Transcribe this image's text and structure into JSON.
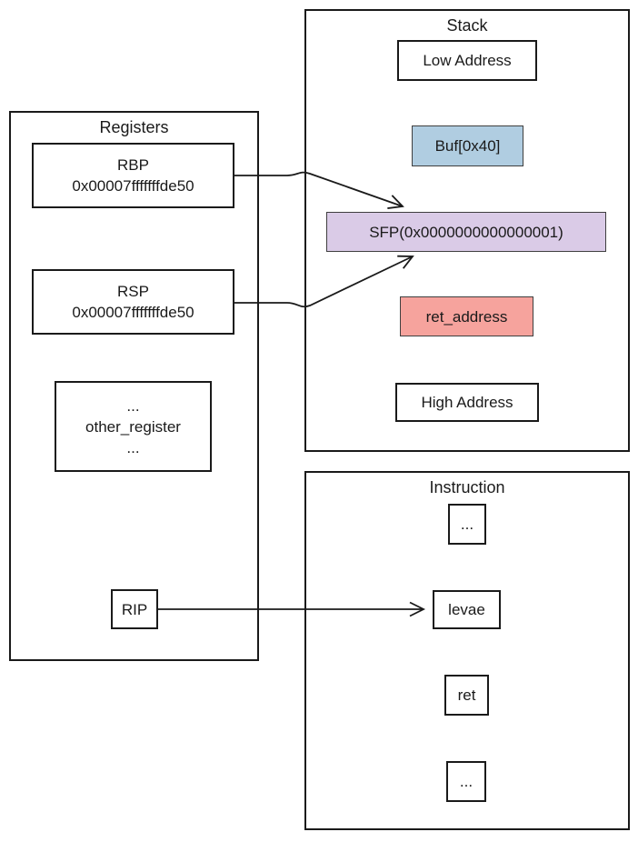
{
  "registers": {
    "title": "Registers",
    "rbp": {
      "name": "RBP",
      "value": "0x00007fffffffde50"
    },
    "rsp": {
      "name": "RSP",
      "value": "0x00007fffffffde50"
    },
    "other": {
      "line1": "...",
      "line2": "other_register",
      "line3": "..."
    },
    "rip": {
      "name": "RIP"
    }
  },
  "stack": {
    "title": "Stack",
    "low_address": "Low Address",
    "buf": "Buf[0x40]",
    "sfp": "SFP(0x0000000000000001)",
    "ret_address": "ret_address",
    "high_address": "High Address"
  },
  "instruction": {
    "title": "Instruction",
    "items": [
      "...",
      "levae",
      "ret",
      "..."
    ]
  },
  "colors": {
    "buf_fill": "#b0cde1",
    "sfp_fill": "#dacbe7",
    "ret_address_fill": "#f6a39d",
    "line": "#1a1a1a"
  }
}
